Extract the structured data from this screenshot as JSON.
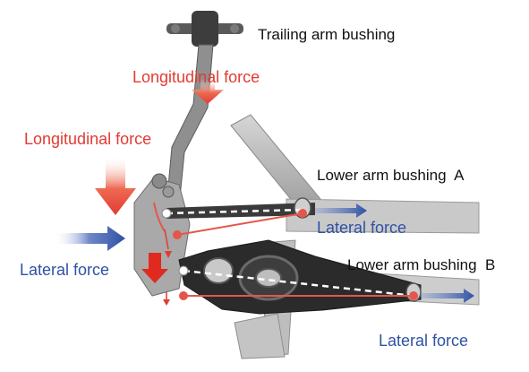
{
  "labels": {
    "trailing_arm_bushing": "Trailing arm bushing",
    "longitudinal_force_top": "Longitudinal force",
    "longitudinal_force_left": "Longitudinal force",
    "lower_arm_bushing_a": "Lower arm bushing  A",
    "lateral_force_a": "Lateral force",
    "lateral_force_left": "Lateral force",
    "lower_arm_bushing_b": "Lower arm bushing  B",
    "lateral_force_b": "Lateral force"
  },
  "colors": {
    "longitudinal": "#e23b32",
    "lateral": "#2f52a3",
    "link_line": "#e5564a",
    "structure": "#b9b9b9",
    "dark_part": "#2b2b2b"
  }
}
